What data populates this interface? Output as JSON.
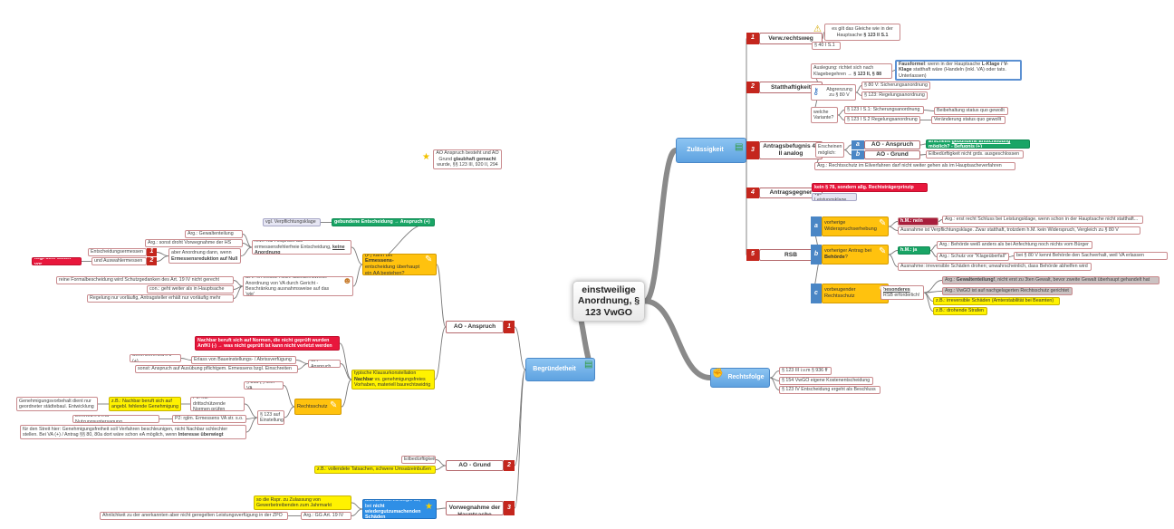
{
  "nodes": {
    "central": "einstweilige Anordnung, § 123 VwGO",
    "zul": "Zulässigkeit",
    "beg": "Begründetheit",
    "rf": "Rechtsfolge",
    "r1b_": "1",
    "r1": "Verw.rechtsweg",
    "r1a": [
      {
        "t": "es gilt das Gleiche wie in der Hauptsache "
      },
      {
        "t": "§ 123 II S.1",
        "b": true
      }
    ],
    "r1b": "§ 40 I S.1",
    "r2b_": "2",
    "r2": "Statthaftigkeit",
    "r2a": [
      {
        "t": "Auslegung: richtet sich nach Klagebegehren → "
      },
      {
        "t": "§ 123 II, § 88",
        "b": true
      }
    ],
    "r2f": [
      {
        "t": "Fausformel",
        "b": true
      },
      {
        "t": ": wenn in der Hauptsache "
      },
      {
        "t": "L-Klage / V-Klage",
        "b": true
      },
      {
        "t": " statthaft wäre (Handeln (inkl. VA) oder tats. Unterlassen)"
      }
    ],
    "r2b": "Abgrenzung zu § 80 V",
    "r2b1": "§ 80 V: Sicherungsanordnung",
    "r2b2": "§ 123: Regelungsanordnung",
    "r2c": "welche Variante?",
    "r2c1": "§ 123 I S.1: Sicherungsanordnung",
    "r2c2": "§ 123 I S.2 Regelungsanordnung",
    "r2c1a": "Beibehaltung status quo gewollt",
    "r2c2a": "Veränderung status quo gewollt",
    "r3b_": "3",
    "r3": "Antragsbefugnis 42 II analog",
    "r3a": "Erscheinen möglich:",
    "r3a1b": "a",
    "r3a1": "AO - Anspruch",
    "r3a2b": "b",
    "r3a2": "AO - Grund",
    "r3a1a": [
      {
        "t": "Erscheint "
      },
      {
        "t": "gebundene Entscheidung",
        "u": true
      },
      {
        "t": " möglich? - Befugnis (+)"
      }
    ],
    "r3a2a": "Eilbedürftigkeit nicht grds. ausgeschlossen",
    "r3b": "Arg.: Rechtsschutz im Eilverfahren darf nicht weiter gehen als im Hauptsacheverfahren",
    "r4b_": "4",
    "r4": "Antragsgegner",
    "r4a": "kein § 78, sondern allg. Rechtsträgerprinzip",
    "r4b": "vgl. Leistungsklage",
    "r5b_": "5",
    "r5": "RSB",
    "r5ab": "a",
    "r5a": "vorherige Widerspruchserhebung",
    "r5a1": "h.M.: nein",
    "r5a1a": "Arg.: erst recht Schluss bei Leistungsklage, wenn schon in der Hauptsache nicht statthaft...",
    "r5a2": "Ausnahme ist Verpflichtungsklage. Zwar statthaft, trotzdem h.M. kein Widerspruch, Vergleich zu § 80 V",
    "r5bb": "b",
    "r5b": [
      {
        "t": "vorheriger Antrag bei "
      },
      {
        "t": "Behörde",
        "b": true
      },
      {
        "t": "?"
      }
    ],
    "r5b1": "h.M.: ja",
    "r5b1a": "Arg.: Behörde weiß anders als bei Anfechtung noch nichts vom Bürger",
    "r5b1b": "Arg.: Schutz vor \"Klageüberfall\"",
    "r5b1b1": "bei § 80 V kennt Behörde den Sachverhalt, weil VA erlassen",
    "r5b2": "Ausnahme: irreversible Schäden drohen; unwahrscheinlich, dass Behörde abhelfen wird",
    "r5cb": "c",
    "r5c": "vorbeugender Rechtsschutz",
    "r5c1": [
      {
        "t": "besonderes",
        "u": true,
        "b": true
      },
      {
        "t": " RSB erforderlich!"
      }
    ],
    "r5c1a": [
      {
        "t": "Arg.: "
      },
      {
        "t": "Gewaltenteilung!",
        "b": true
      },
      {
        "t": ", nicht erst zu 3ten Gewalt, bevor zweite Gewalt überhaupt gehandelt hat"
      }
    ],
    "r5c1b": "Arg.: VwGO ist auf nachgelagerten Rechtsschutz gerichtet",
    "r5c1c": "z.B.: irreversible Schäden (Ämterstabilität bei Beamten)",
    "r5c1d": "z.B.: drohende Strafen",
    "rf1": "§ 123 III i.v.m § 936 ff",
    "rf2": "§ 154 VwGO eigene Kostenentscheidung",
    "rf3": "§ 123 IV Entscheidung ergeht als Beschluss",
    "note": [
      {
        "t": "Antrag ist begründet wenn AO Anspruch besteht und AO Grund "
      },
      {
        "t": "glaubhaft gemacht",
        "b": true
      },
      {
        "t": " wurde, §§ 123 III, 920 II, 294 ZPO"
      }
    ],
    "l1": "AO - Anspruch",
    "l1b_": "1",
    "l1a": [
      {
        "t": "(P) kann bei "
      },
      {
        "t": "Ermessens-",
        "b": true
      },
      {
        "t": "entscheidung überhaupt ein AA bestehen?"
      }
    ],
    "l1a1": "gebundene Entscheidung → Anspruch (+)",
    "l1a1a": "vgl. Verpflichtungsklage",
    "l1a2": [
      {
        "t": "h.M.: nur Anspruch auf ermessensfehlerfreie Entscheidung, "
      },
      {
        "t": "keine",
        "b": true,
        "u": true
      },
      {
        "t": " Anordnung",
        "b": true
      }
    ],
    "l1a2a": "Arg.: Gewaltenteilung",
    "l1a2b": "Arg.: sonst droht Vorwegnahme der HS",
    "l1a2c": [
      {
        "t": "aber Anordnung dann, wenn "
      },
      {
        "t": "Ermessensreduktion auf Null",
        "b": true
      }
    ],
    "l1a2c1": "Entscheidungsermessen",
    "l1a2c1b": "1",
    "l1a2c2": "und Auswahlermessen",
    "l1a2c2b": "2",
    "l1a2c2a": "liegt sehr selten vor",
    "l1a3": "a.A.: im einstw. Rsch. ausnahmsweise Anordnung von VA durch Gericht -Beschränkung ausnahmsweise auf das 'wie'",
    "l1a3a": "reine Formalbescheidung wird Schutzgedanken des Art. 19 IV nicht gerecht",
    "l1a3b": "con.: geht weiter als in Hauptsache",
    "l1a3c": "Regelung nur vorläufig, Antragsteller erhält nur vorläufig mehr",
    "l1b": [
      {
        "t": "typische Klausurkonstellation "
      },
      {
        "t": "Nachbar",
        "b": true
      },
      {
        "t": " vs. genehmigungsfreies Vorhaben, materiell baurechtswidrig"
      }
    ],
    "l1b1": "Nachbar beruft sich auf Normen, die nicht geprüft wurden AnfKl (-) → was nicht geprüft ist kann nicht verletzt werden",
    "l1b2": "OA-Anspruch",
    "l1b2a": "Erlass von Baueinstellungs- / Abrissverfügung",
    "l1b2a1": "wenn Erm.Red→0 (+)",
    "l1b2b": "sonst: Anspruch auf Ausübung pflichtgem. Ermessens bzgl. Einschreiten",
    "l1b3": "Rechtsschutz",
    "l1b3a": "§ 80a (-) kein VA",
    "l1b3b": "§ 123 auf Einstellung",
    "l1b3b1": "P1: nur drittschützende Normen prüfen",
    "l1b3b1a": "z.B.: Nachbar beruft sich auf angebl. fehlende Genehmigung",
    "l1b3b1a1": "Genehmigungsvorbehalt dient nur geordneter städtebaul. Entwicklung",
    "l1b3b2": "P2: rglm. Ermessens VA str. s.o.",
    "l1b3b2a": "ErmRed→0 iRd Nutzungsuntersagung",
    "l1b3b3": [
      {
        "t": "für den Streit hier: Genehmigungsfreiheit soll Verfahren beschleunigen, nicht Nachbar schlechter stellen. Bei VA (+) / Antrag §§ 80, 80a dort wäre schon eA möglich, wenn "
      },
      {
        "t": "Interesse überwiegt",
        "b": true
      }
    ],
    "l2": "AO - Grund",
    "l2b_": "2",
    "l2a": "Eilbedürftigkeit",
    "l2b": "z.B.: vollendete Tatsachen, schwere Umsatzeinbußen",
    "l3": "keine Vorwegnahme der Hauptsache",
    "l3b_": "3",
    "l3a": [
      {
        "t": "ausnahmsw.Vorwegn. ok, bei "
      },
      {
        "t": "nicht wiedergutzumachenden Schäden",
        "b": true
      }
    ],
    "l3a1": "so die Rspr. zu Zulassung von Gewerbetreibenden zum Jahrmarkt",
    "l3a2": "Arg.: GG Art. 19 IV",
    "l3a2a": "Ähnlichkeit zu der anerkannten aber nicht geregelten Leistungsverfügung in der ZPO"
  },
  "icons": [
    "warning-icon",
    "star-icon",
    "pencil-icon",
    "clipboard-icon",
    "fist-icon",
    "person-icon",
    "key-icon"
  ],
  "colors": {
    "red": "#e8173c",
    "green": "#19a566",
    "yellow": "#fff200",
    "orange": "#ffc20e",
    "topic_blue": "#6fb2ea",
    "badge_red": "#c4261d",
    "badge_blue": "#4a86c5"
  }
}
